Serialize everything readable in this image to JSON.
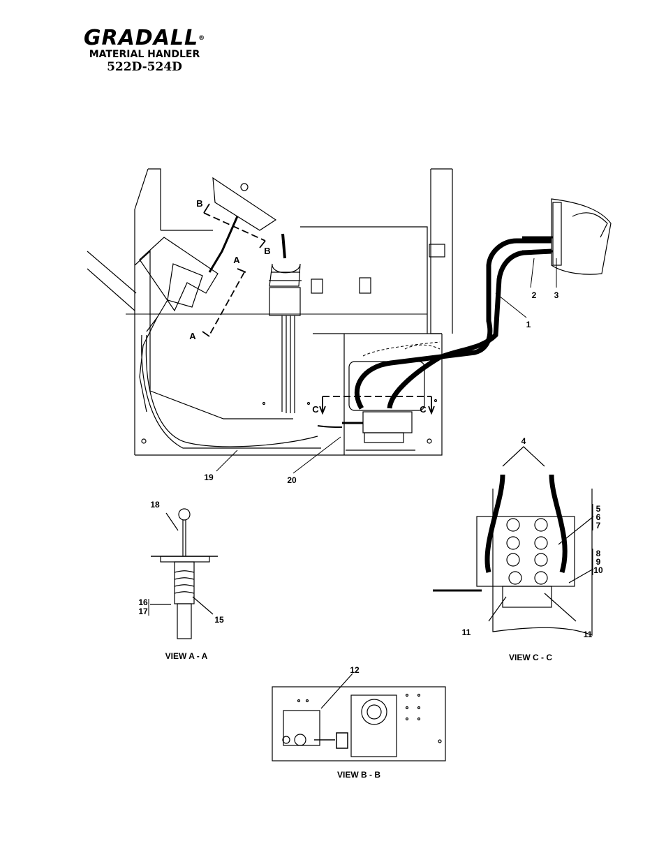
{
  "header": {
    "brand": "GRADALL",
    "registered_mark": "®",
    "subtitle": "MATERIAL HANDLER",
    "model": "522D-524D"
  },
  "section_markers": {
    "a": "A",
    "b": "B",
    "c": "C"
  },
  "callouts": {
    "c1": "1",
    "c2": "2",
    "c3": "3",
    "c4": "4",
    "c5": "5",
    "c6": "6",
    "c7": "7",
    "c8": "8",
    "c9": "9",
    "c10": "10",
    "c11": "11",
    "c12": "12",
    "c15": "15",
    "c16": "16",
    "c17": "17",
    "c18": "18",
    "c19": "19",
    "c20": "20"
  },
  "views": {
    "aa": "VIEW A - A",
    "bb": "VIEW B - B",
    "cc": "VIEW C - C"
  }
}
